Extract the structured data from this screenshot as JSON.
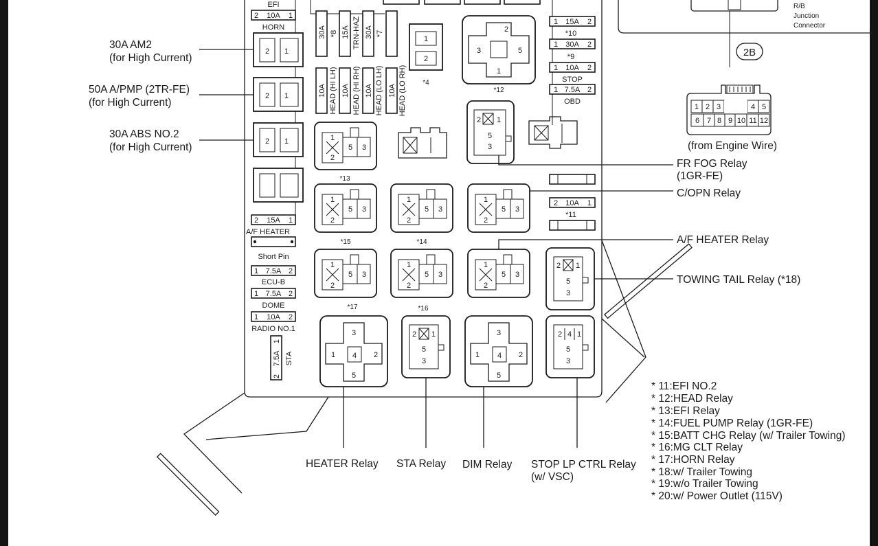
{
  "top_labels": {
    "efi": "EFI",
    "horn": "HORN",
    "rb_junction": [
      "R/B",
      "Junction",
      "Connector"
    ],
    "connector_id": "2B",
    "engine_wire": "(from Engine Wire)"
  },
  "left_callouts": [
    {
      "line1": "30A AM2",
      "line2": "(for High Current)"
    },
    {
      "line1": "50A A/PMP (2TR-FE)",
      "line2": "(for High Current)"
    },
    {
      "line1": "30A ABS NO.2",
      "line2": "(for High Current)"
    }
  ],
  "right_callouts": {
    "fr_fog": [
      "FR FOG Relay",
      "(1GR-FE)"
    ],
    "copn": "C/OPN Relay",
    "af_heater": "A/F HEATER Relay",
    "towing_tail": "TOWING TAIL Relay (*18)"
  },
  "bottom_callouts": {
    "heater": "HEATER Relay",
    "sta": "STA Relay",
    "dim": "DIM Relay",
    "stop_lp": [
      "STOP LP CTRL Relay",
      "(w/ VSC)"
    ]
  },
  "left_fuses": [
    {
      "amp": "15A",
      "name": "A/F HEATER"
    },
    {
      "amp": "",
      "name": "Short Pin"
    },
    {
      "amp": "7.5A",
      "name": "ECU-B"
    },
    {
      "amp": "7.5A",
      "name": "DOME"
    },
    {
      "amp": "10A",
      "name": "RADIO NO.1"
    }
  ],
  "efi_fuse_amp": "10A",
  "sta_fuse": {
    "amp": "7.5A",
    "name": "STA"
  },
  "top_vertical_fuses": [
    {
      "amp": "30A",
      "name": "*8"
    },
    {
      "amp": "15A",
      "name": "TRN-HAZ"
    },
    {
      "amp": "30A",
      "name": "*7"
    }
  ],
  "head_fuses": [
    {
      "amp": "10A",
      "name": "HEAD (HI LH)"
    },
    {
      "amp": "10A",
      "name": "HEAD (HI RH)"
    },
    {
      "amp": "10A",
      "name": "HEAD (LO LH)"
    },
    {
      "amp": "10A",
      "name": "HEAD (LO RH)"
    }
  ],
  "right_fuses": [
    {
      "amp": "15A",
      "name": "*10"
    },
    {
      "amp": "30A",
      "name": "*9"
    },
    {
      "amp": "10A",
      "name": "STOP"
    },
    {
      "amp": "7.5A",
      "name": "OBD"
    }
  ],
  "mid_fuse": {
    "amp": "10A",
    "name": "*11"
  },
  "relay_marks": [
    "*4",
    "*12",
    "*13",
    "*15",
    "*14",
    "*17",
    "*16"
  ],
  "engine_pins": [
    "1",
    "2",
    "3",
    "4",
    "5",
    "6",
    "7",
    "8",
    "9",
    "10",
    "11",
    "12"
  ],
  "notes": [
    "* 11:EFI NO.2",
    "* 12:HEAD Relay",
    "* 13:EFI Relay",
    "* 14:FUEL PUMP Relay (1GR-FE)",
    "* 15:BATT CHG Relay (w/ Trailer Towing)",
    "* 16:MG CLT Relay",
    "* 17:HORN Relay",
    "* 18:w/ Trailer Towing",
    "* 19:w/o Trailer Towing",
    "* 20:w/ Power Outlet (115V)"
  ]
}
